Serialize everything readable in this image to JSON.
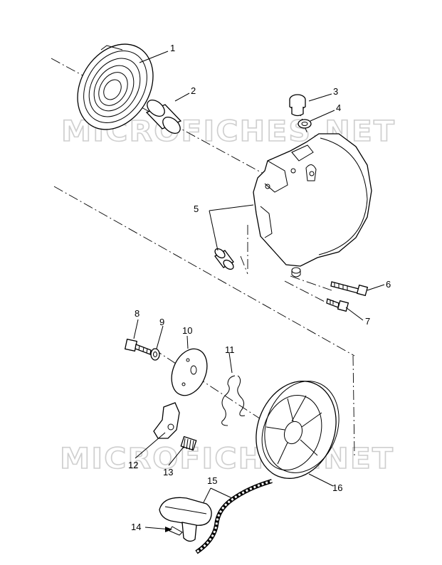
{
  "watermark": "MICROFICHES.NET",
  "callouts": [
    "1",
    "2",
    "3",
    "4",
    "5",
    "6",
    "7",
    "8",
    "9",
    "10",
    "11",
    "12",
    "13",
    "14",
    "15",
    "16"
  ],
  "parts": [
    {
      "number": "1",
      "icon": "recoil-spring-icon"
    },
    {
      "number": "2",
      "icon": "bushing-icon"
    },
    {
      "number": "3",
      "icon": "plug-icon"
    },
    {
      "number": "4",
      "icon": "washer-icon"
    },
    {
      "number": "5",
      "icon": "recoil-housing-icon"
    },
    {
      "number": "6",
      "icon": "bolt-icon"
    },
    {
      "number": "7",
      "icon": "bolt-icon"
    },
    {
      "number": "8",
      "icon": "bolt-icon"
    },
    {
      "number": "9",
      "icon": "washer-icon"
    },
    {
      "number": "10",
      "icon": "friction-plate-icon"
    },
    {
      "number": "11",
      "icon": "friction-spring-icon"
    },
    {
      "number": "12",
      "icon": "ratchet-pawl-icon"
    },
    {
      "number": "13",
      "icon": "pawl-spring-icon"
    },
    {
      "number": "14",
      "icon": "starter-handle-icon"
    },
    {
      "number": "15",
      "icon": "starter-rope-icon"
    },
    {
      "number": "16",
      "icon": "rope-pulley-icon"
    }
  ]
}
